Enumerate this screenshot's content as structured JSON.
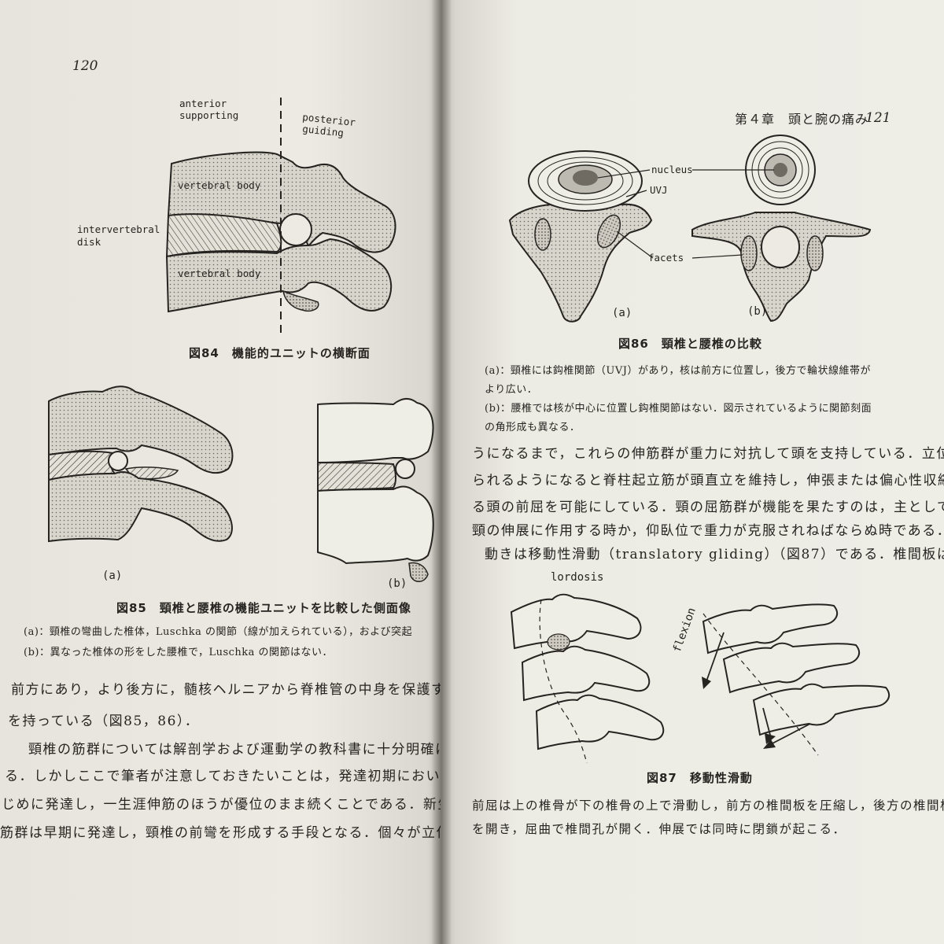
{
  "left_page": {
    "page_number": "120",
    "fig84": {
      "label_anterior": [
        "anterior",
        "supporting"
      ],
      "label_posterior": [
        "posterior",
        "guiding"
      ],
      "label_vb_top": "vertebral body",
      "label_disk": [
        "intervertebral",
        "disk"
      ],
      "label_vb_bottom": "vertebral body",
      "caption": "図84　機能的ユニットの横断面"
    },
    "fig85": {
      "sub_a": "(a)",
      "sub_b": "(b)",
      "caption": "図85　頸椎と腰椎の機能ユニットを比較した側面像",
      "note_a": "(a)：頸椎の彎曲した椎体，Luschka の関節（線が加えられている），および突起",
      "note_b": "(b)：異なった椎体の形をした腰椎で，Luschka の関節はない．"
    },
    "body_lines": [
      "前方にあり，より後方に，髄核ヘルニアから脊椎管の中身を保護する線維輪",
      "を持っている（図85，86）．",
      "頸椎の筋群については解剖学および運動学の教科書に十分明確にされてい",
      "る．しかしここで筆者が注意しておきたいことは，発達初期において屈筋",
      "じめに発達し，一生涯伸筋のほうが優位のまま続くことである．新生児期",
      "筋群は早期に発達し，頸椎の前彎を形成する手段となる．個々が立位をと"
    ]
  },
  "right_page": {
    "running_head": "第４章　頭と腕の痛み",
    "page_number": "121",
    "fig86": {
      "label_nucleus": "nucleus",
      "label_uvj": "UVJ",
      "label_facets": "facets",
      "sub_a": "(a)",
      "sub_b": "(b)",
      "caption": "図86　頸椎と腰椎の比較",
      "notes": [
        "(a)：頸椎には鈎椎関節（UVJ）があり，核は前方に位置し，後方で輪状線維帯が",
        "より広い．",
        "(b)：腰椎では核が中心に位置し鈎椎関節はない．図示されているように関節刻面",
        "の角形成も異なる．"
      ]
    },
    "body_lines": [
      "うになるまで，これらの伸筋群が重力に対抗して頭を支持している．立位がと",
      "られるようになると脊柱起立筋が頭直立を維持し，伸張または偏心性収縮によ",
      "る頭の前屈を可能にしている．頸の屈筋群が機能を果たすのは，主として力が",
      "頸の伸展に作用する時か，仰臥位で重力が克服されねばならぬ時である．",
      "動きは移動性滑動（translatory gliding）（図87）である．椎間板は，この"
    ],
    "fig87": {
      "label_lordosis": "lordosis",
      "label_flexion": "flexion",
      "caption": "図87　移動性滑動",
      "text_lines": [
        "前屈は上の椎骨が下の椎骨の上で滑動し，前方の椎間板を圧縮し，後方の椎間板",
        "を開き，屈曲で椎間孔が開く．伸展では同時に閉鎖が起こる．"
      ]
    }
  }
}
